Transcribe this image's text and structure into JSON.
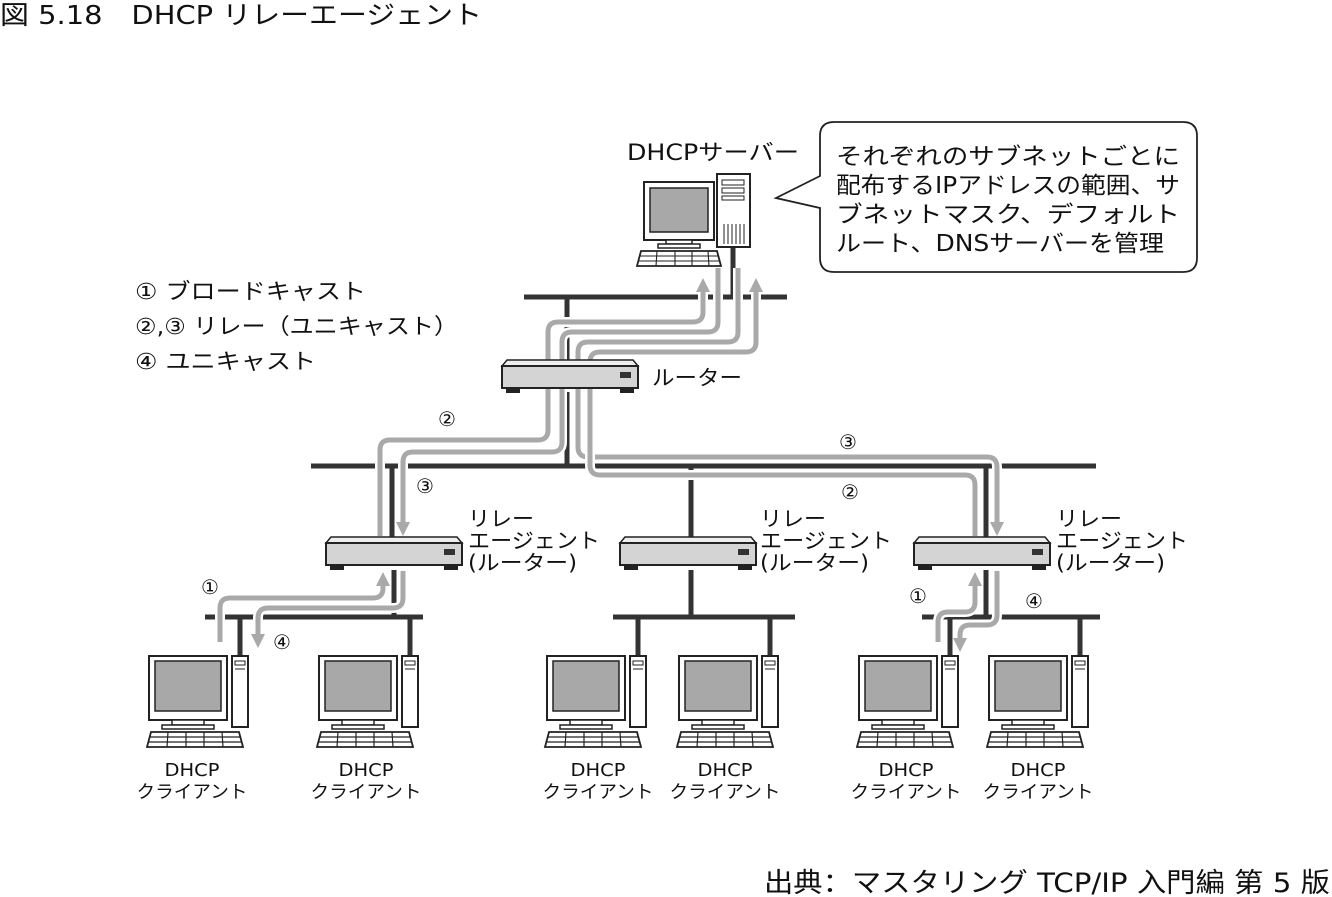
{
  "title": "図 5.18　DHCP リレーエージェント",
  "server": {
    "label": "DHCPサーバー",
    "icon": "server-computer-icon"
  },
  "callout": {
    "lines": [
      "それぞれのサブネットごとに",
      "配布するIPアドレスの範囲、サ",
      "ブネットマスク、デフォルト",
      "ルート、DNSサーバーを管理"
    ]
  },
  "legend": [
    "① ブロードキャスト",
    "②,③ リレー（ユニキャスト）",
    "④ ユニキャスト"
  ],
  "router": {
    "label": "ルーター",
    "icon": "router-icon"
  },
  "relay_agents": [
    {
      "lines": [
        "リレー",
        "エージェント",
        "(ルーター)"
      ]
    },
    {
      "lines": [
        "リレー",
        "エージェント",
        "(ルーター)"
      ]
    },
    {
      "lines": [
        "リレー",
        "エージェント",
        "(ルーター)"
      ]
    }
  ],
  "flows": {
    "left_relay_to_server": "②",
    "server_to_left_relay": "③",
    "server_to_right_relay": "③",
    "right_relay_to_server": "②",
    "left_client_broadcast": "①",
    "left_relay_unicast": "④",
    "right_client_broadcast": "①",
    "right_relay_unicast": "④"
  },
  "clients": [
    {
      "lines": [
        "DHCP",
        "クライアント"
      ]
    },
    {
      "lines": [
        "DHCP",
        "クライアント"
      ]
    },
    {
      "lines": [
        "DHCP",
        "クライアント"
      ]
    },
    {
      "lines": [
        "DHCP",
        "クライアント"
      ]
    },
    {
      "lines": [
        "DHCP",
        "クライアント"
      ]
    },
    {
      "lines": [
        "DHCP",
        "クライアント"
      ]
    }
  ],
  "source": "出典：マスタリング TCP/IP 入門編 第 5 版",
  "colors": {
    "cable": "#333333",
    "flow": "#a9a9a9",
    "screen": "#a8a8a8",
    "router": "#d4d4d4"
  }
}
